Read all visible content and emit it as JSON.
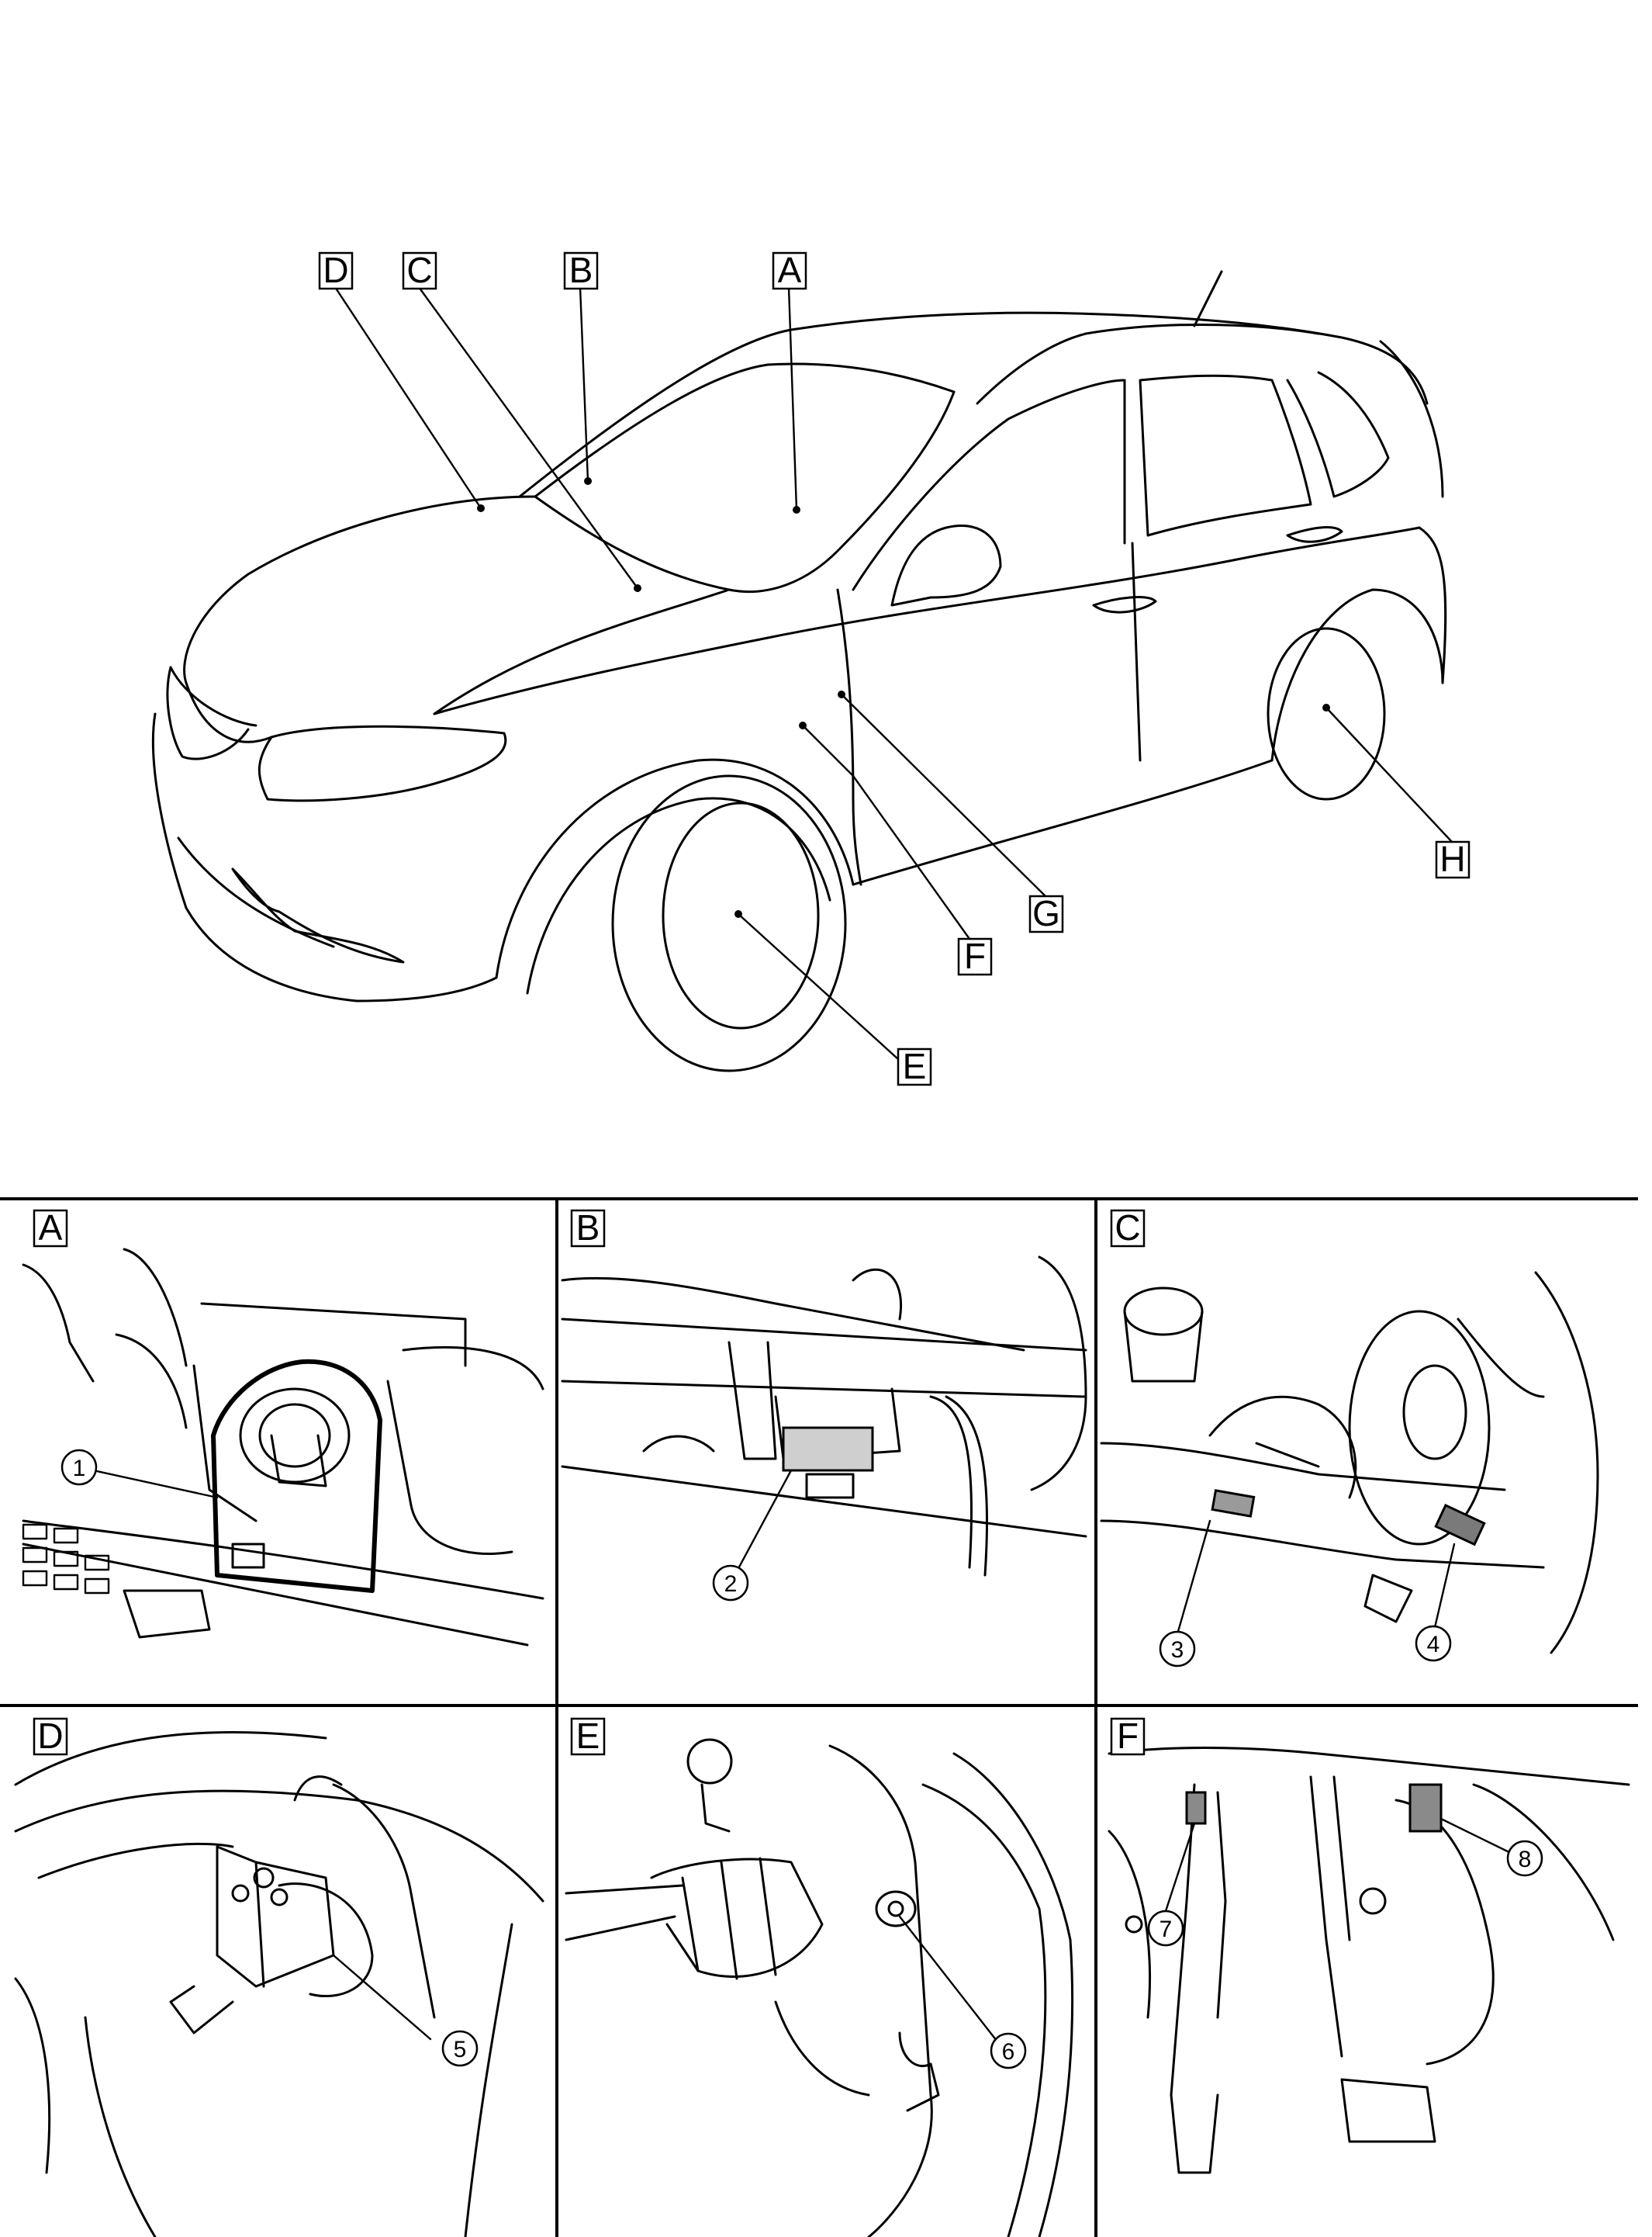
{
  "overview_labels": [
    "A",
    "B",
    "C",
    "D",
    "E",
    "F",
    "G",
    "H"
  ],
  "panels": [
    {
      "letter": "A",
      "callouts": [
        "1"
      ]
    },
    {
      "letter": "B",
      "callouts": [
        "2"
      ]
    },
    {
      "letter": "C",
      "callouts": [
        "3",
        "4"
      ]
    },
    {
      "letter": "D",
      "callouts": [
        "5"
      ]
    },
    {
      "letter": "E",
      "callouts": [
        "6"
      ]
    },
    {
      "letter": "F",
      "callouts": [
        "7",
        "8"
      ]
    }
  ]
}
